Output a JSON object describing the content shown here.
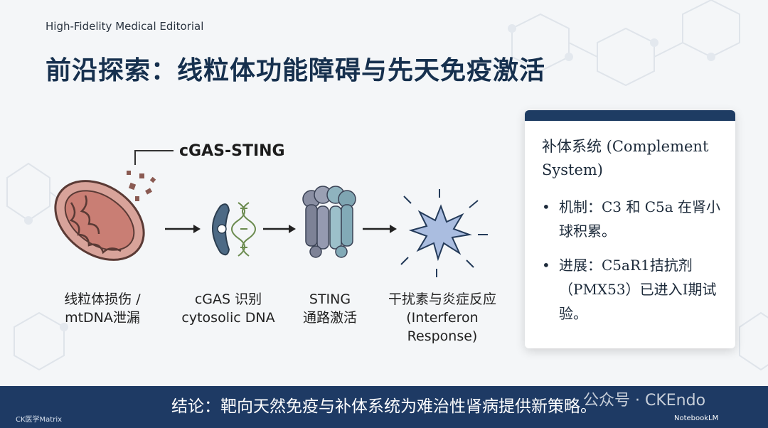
{
  "brand": "High-Fidelity Medical Editorial",
  "title": "前沿探索：线粒体功能障碍与先天免疫激活",
  "pathway_label": "cGAS-STING",
  "steps": [
    {
      "line1": "线粒体损伤 /",
      "line2": "mtDNA泄漏"
    },
    {
      "line1": "cGAS 识别",
      "line2": "cytosolic DNA"
    },
    {
      "line1": "STING",
      "line2": "通路激活"
    },
    {
      "line1": "干扰素与炎症反应",
      "line2": "(Interferon",
      "line3": "Response)"
    }
  ],
  "panel": {
    "title": "补体系统 (Complement System)",
    "items": [
      {
        "bullet": "•",
        "text": "机制：C3 和 C5a 在肾小球积累。"
      },
      {
        "bullet": "•",
        "text": "进展：C5aR1拮抗剂（PMX53）已进入I期试验。"
      }
    ]
  },
  "conclusion": "结论：靶向天然免疫与补体系统为难治性肾病提供新策略。",
  "watermark": "公众号 · CKEndo",
  "source": "CK医学Matrix",
  "notebook": "NotebookLM",
  "colors": {
    "navy": "#1e3a64",
    "mito": "#c98a80",
    "protein_teal": "#8fb3bf",
    "protein_gray": "#8a8fa3"
  }
}
